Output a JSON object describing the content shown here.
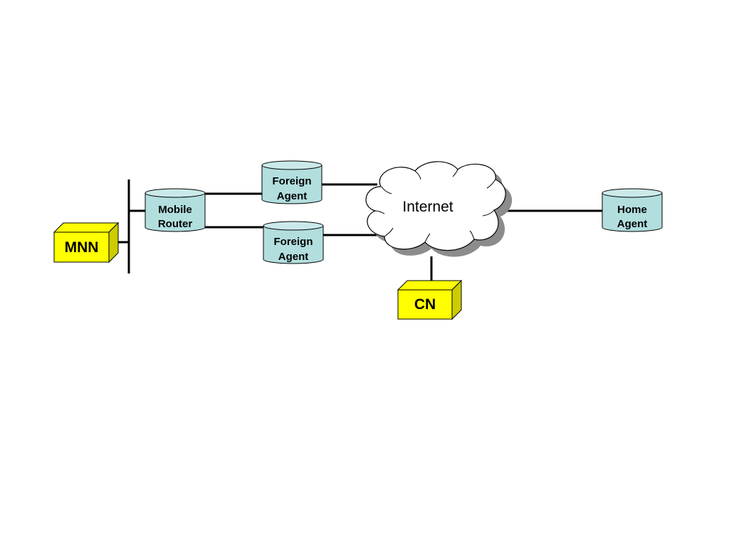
{
  "nodes": {
    "mnn": {
      "label": "MNN"
    },
    "mobile_router": {
      "line1": "Mobile",
      "line2": "Router"
    },
    "foreign_agent_top": {
      "line1": "Foreign",
      "line2": "Agent"
    },
    "foreign_agent_bottom": {
      "line1": "Foreign",
      "line2": "Agent"
    },
    "internet": {
      "label": "Internet"
    },
    "home_agent": {
      "line1": "Home",
      "line2": "Agent"
    },
    "cn": {
      "label": "CN"
    }
  },
  "colors": {
    "host_fill": "#ffff00",
    "host_side": "#cccc00",
    "router_fill": "#b2dede",
    "router_top": "#cbe9e9",
    "cloud_fill": "#ffffff",
    "cloud_shadow": "#8c8c8c",
    "line": "#000000"
  }
}
